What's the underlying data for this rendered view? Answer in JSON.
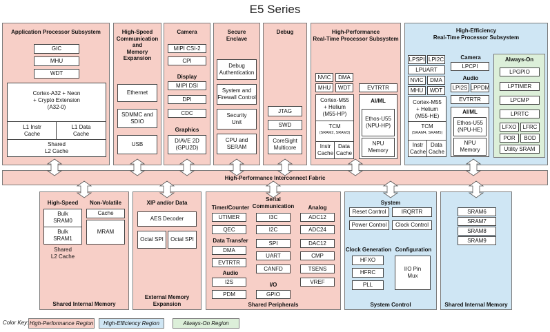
{
  "title": "E5 Series",
  "app": {
    "title": "Application Processor Subsystem",
    "gic": "GIC",
    "mhu": "MHU",
    "wdt": "WDT",
    "cortex": "Cortex-A32 + Neon\n+ Crypto Extension\n(A32-0)",
    "l1i": "L1 Instr\nCache",
    "l1d": "L1 Data\nCache",
    "l2": "Shared\nL2 Cache"
  },
  "hs_comm": {
    "title": "High-Speed\nCommunication and\nMemory Expansion",
    "ethernet": "Ethernet",
    "sdmmc": "SDMMC and\nSDIO",
    "usb": "USB"
  },
  "camera": {
    "title": "Camera",
    "csi": "MIPI CSI-2",
    "cpi": "CPI",
    "display_title": "Display",
    "dsi": "MIPI DSI",
    "dpi": "DPI",
    "cdc": "CDC",
    "graphics_title": "Graphics",
    "dave": "D/AVE 2D\n(GPU2D)"
  },
  "secure": {
    "title": "Secure\nEnclave",
    "debug_auth": "Debug\nAuthentication",
    "sys_fw": "System and\nFirewall Control",
    "sec_unit": "Security\nUnit",
    "cpu_seram": "CPU and\nSERAM"
  },
  "debug": {
    "title": "Debug",
    "jtag": "JTAG",
    "swd": "SWD",
    "coresight": "CoreSight\nMulticore"
  },
  "hp": {
    "title": "High-Performance\nReal-Time Processor Subsystem",
    "nvic": "NVIC",
    "dma": "DMA",
    "mhu": "MHU",
    "wdt": "WDT",
    "evtrtr": "EVTRTR",
    "cortex": "Cortex-M55\n+ Helium\n(M55-HP)",
    "tcm": "TCM",
    "tcm_sub": "(SRAM2, SRAM3)",
    "instr": "Instr\nCache",
    "data": "Data\nCache",
    "aiml_title": "AI/ML",
    "ethos": "Ethos-U55\n(NPU-HP)",
    "npu": "NPU\nMemory"
  },
  "he": {
    "title": "High-Efficiency\nReal-Time Processor Subsystem",
    "lpspi": "LPSPI",
    "lpi2c": "LPI2C",
    "lpuart": "LPUART",
    "nvic": "NVIC",
    "dma": "DMA",
    "mhu": "MHU",
    "wdt": "WDT",
    "cortex": "Cortex-M55\n+ Helium\n(M55-HE)",
    "tcm": "TCM",
    "tcm_sub": "(SRAM4, SRAM5)",
    "instr": "Instr\nCache",
    "data": "Data\nCache",
    "camera_title": "Camera",
    "lpcpi": "LPCPI",
    "audio_title": "Audio",
    "lpi2s": "LPI2S",
    "lppdm": "LPPDM",
    "evtrtr": "EVTRTR",
    "aiml_title": "AI/ML",
    "ethos": "Ethos-U55\n(NPU-HE)",
    "npu": "NPU\nMemory"
  },
  "aon": {
    "title": "Always-On",
    "lpgpio": "LPGPIO",
    "lptimer": "LPTIMER",
    "lpcmp": "LPCMP",
    "lprtc": "LPRTC",
    "lfxo": "LFXO",
    "lfrc": "LFRC",
    "por": "POR",
    "bod": "BOD",
    "util": "Utility SRAM"
  },
  "fabric": "High-Performance Interconnect Fabric",
  "sim": {
    "hs_title": "High-Speed",
    "nv_title": "Non-Volatile",
    "bulk0": "Bulk\nSRAM0",
    "bulk1": "Bulk\nSRAM1",
    "cache": "Cache",
    "mram": "MRAM",
    "shared_l2": "Shared\nL2 Cache",
    "footer": "Shared Internal Memory"
  },
  "xip": {
    "title": "XIP and/or Data",
    "aes": "AES Decoder",
    "ospi1": "Octal SPI",
    "ospi2": "Octal SPI",
    "footer": "External Memory\nExpansion"
  },
  "periph": {
    "timer_title": "Timer/Counter",
    "utimer": "UTIMER",
    "qec": "QEC",
    "dt_title": "Data Transfer",
    "dma": "DMA",
    "evtrtr": "EVTRTR",
    "audio_title": "Audio",
    "i2s": "I2S",
    "pdm": "PDM",
    "serial_title": "Serial\nCommunication",
    "i3c": "I3C",
    "i2c": "I2C",
    "spi": "SPI",
    "uart": "UART",
    "canfd": "CANFD",
    "io_title": "I/O",
    "gpio": "GPIO",
    "analog_title": "Analog",
    "adc12": "ADC12",
    "adc24": "ADC24",
    "dac12": "DAC12",
    "cmp": "CMP",
    "tsens": "TSENS",
    "vref": "VREF",
    "footer": "Shared Peripherals"
  },
  "sysctl": {
    "title": "System",
    "reset": "Reset Control",
    "irqrtr": "IRQRTR",
    "power": "Power Control",
    "clock": "Clock Control",
    "clkgen_title": "Clock Generation",
    "hfxo": "HFXO",
    "hfrc": "HFRC",
    "pll": "PLL",
    "config_title": "Configuration",
    "iopin": "I/O Pin\nMux",
    "footer": "System Control"
  },
  "sim2": {
    "sram6": "SRAM6",
    "sram7": "SRAM7",
    "sram8": "SRAM8",
    "sram9": "SRAM9",
    "footer": "Shared Internal Memory"
  },
  "key": {
    "label": "Color Key:",
    "hp": "High-Performance Region",
    "he": "High-Efficiency Region",
    "aon": "Always-On Region"
  },
  "colors": {
    "pink": "#f7cfc7",
    "blue": "#cfe6f4",
    "green": "#dcefd9"
  }
}
